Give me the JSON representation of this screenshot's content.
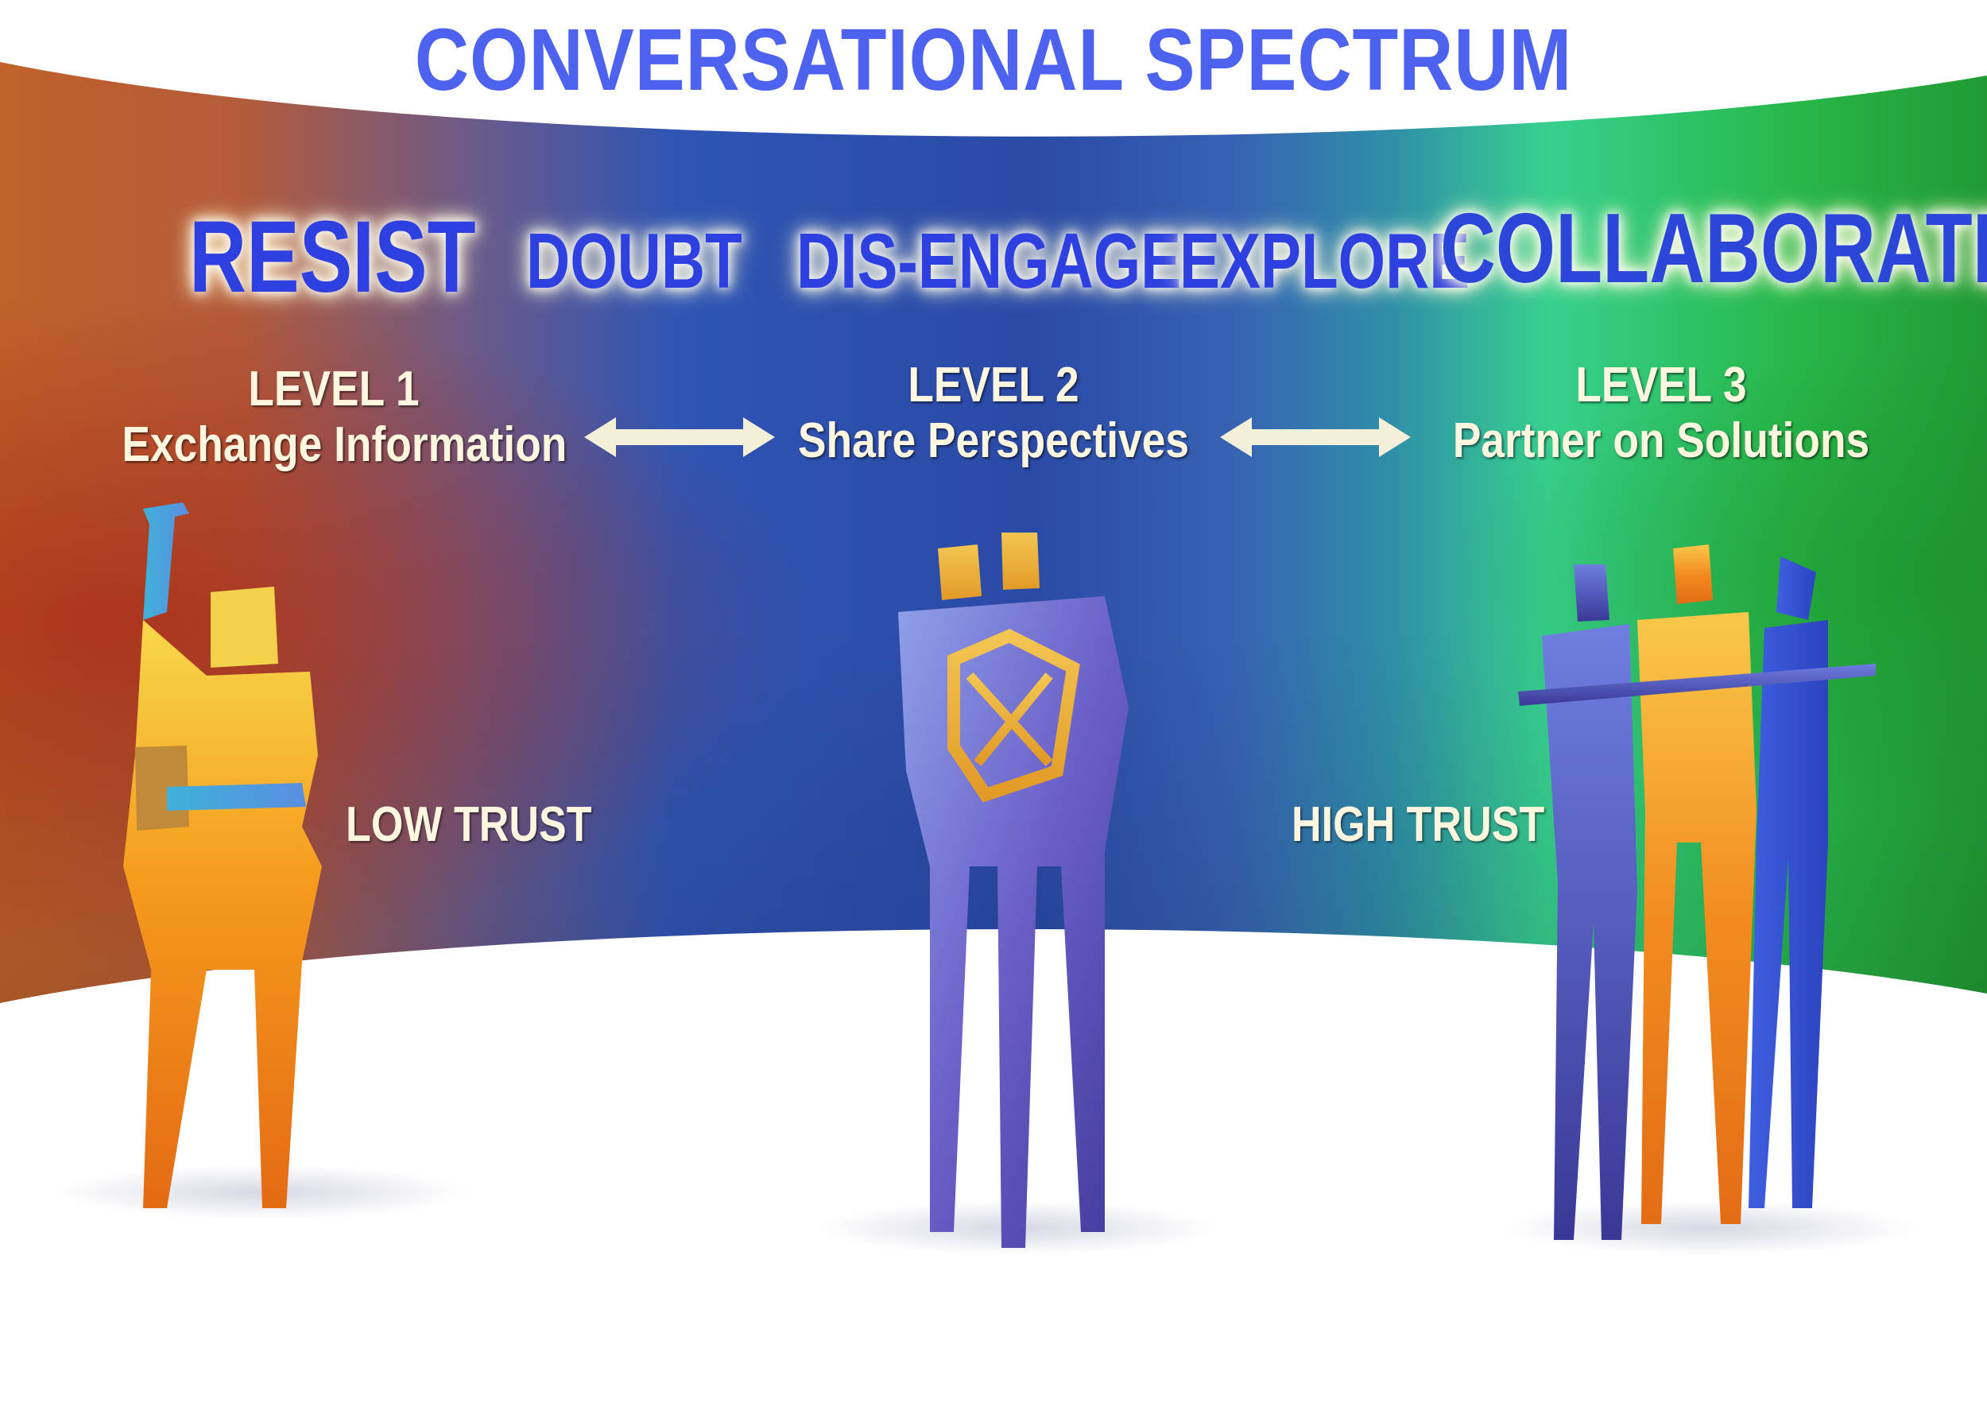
{
  "title": "CONVERSATIONAL SPECTRUM",
  "stages": [
    "RESIST",
    "DOUBT",
    "DIS-ENGAGE",
    "EXPLORE",
    "COLLABORATE"
  ],
  "levels": [
    {
      "level": "LEVEL 1",
      "description": "Exchange Information"
    },
    {
      "level": "LEVEL 2",
      "description": "Share Perspectives"
    },
    {
      "level": "LEVEL 3",
      "description": "Partner on Solutions"
    }
  ],
  "trust": {
    "low": "LOW TRUST",
    "high": "HIGH TRUST"
  },
  "colors": {
    "orange": "#c2602a",
    "rust": "#a7301b",
    "blue": "#2a4ca8",
    "teal": "#2ea89a",
    "green": "#22a33a",
    "title": "#4d63f0",
    "stage_text": "#2f40e0",
    "arrow": "#f4f0d8"
  }
}
